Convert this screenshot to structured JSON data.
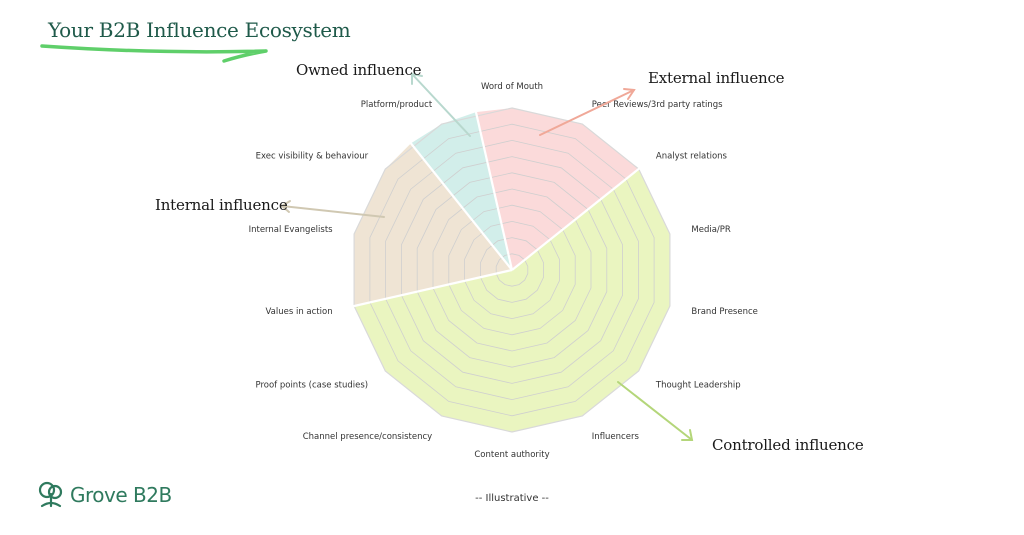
{
  "title": "Your B2B Influence Ecosystem",
  "groups": {
    "owned": "Owned influence",
    "external": "External influence",
    "internal": "Internal influence",
    "controlled": "Controlled influence"
  },
  "colors": {
    "title": "#1f5a4a",
    "underline": "#5fcf6a",
    "owned": "#d2eeea",
    "external": "#fbdada",
    "internal": "#efe4d4",
    "controlled": "#eaf5c0",
    "arrow_owned": "#b8d8ce",
    "arrow_external": "#f0a898",
    "arrow_internal": "#d0c8b2",
    "arrow_controlled": "#b4d67a",
    "brand": "#2f7a5e"
  },
  "footnote": "-- Illustrative --",
  "brand": {
    "name": "Grove B2B",
    "logo_icon": "tree-icon"
  },
  "chart_data": {
    "type": "radar",
    "axes": [
      "Word of Mouth",
      "Peer Reviews/3rd party ratings",
      "Analyst relations",
      "Media/PR",
      "Brand Presence",
      "Thought Leadership",
      "Influencers",
      "Content authority",
      "Channel presence/consistency",
      "Proof points (case studies)",
      "Values in action",
      "Internal Evangelists",
      "Exec visibility & behaviour",
      "Platform/product"
    ],
    "rings": 10,
    "segments": [
      {
        "group": "external",
        "from": -0.5,
        "to": 2,
        "color": "#fbdada"
      },
      {
        "group": "controlled",
        "from": 2,
        "to": 10,
        "color": "#eaf5c0"
      },
      {
        "group": "internal",
        "from": 10,
        "to": 12.5,
        "color": "#efe4d4"
      },
      {
        "group": "owned",
        "from": 12.5,
        "to": 13.5,
        "color": "#d2eeea"
      }
    ]
  }
}
